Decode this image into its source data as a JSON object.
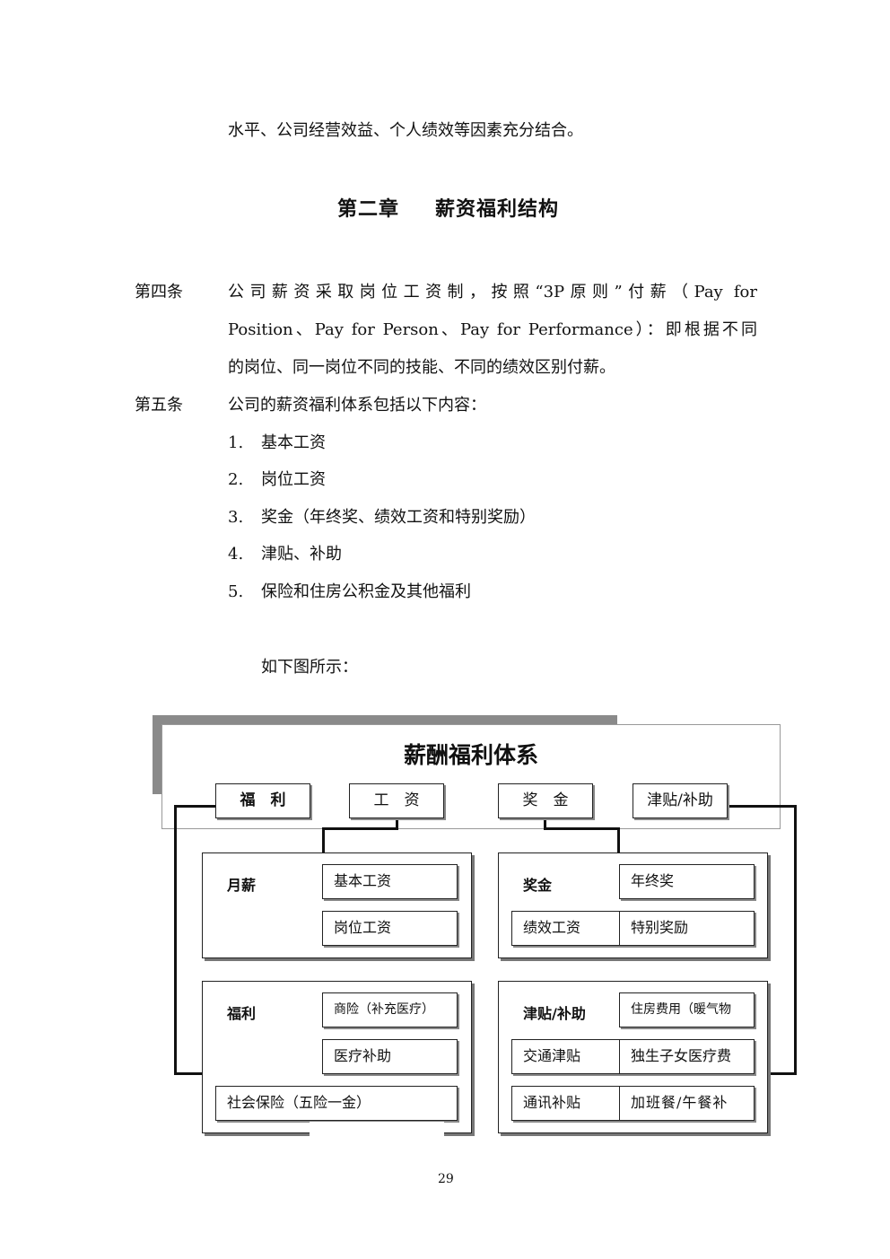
{
  "top_line": "水平、公司经营效益、个人绩效等因素充分结合。",
  "chapter": {
    "number": "第二章",
    "title": "薪资福利结构"
  },
  "article4": {
    "label": "第四条",
    "line1": "公司薪资采取岗位工资制，按照“3P原则”付薪（Pay for",
    "line2": "Position、Pay for Person、Pay for Performance）：即根据不同",
    "line3": "的岗位、同一岗位不同的技能、不同的绩效区别付薪。"
  },
  "article5": {
    "label": "第五条",
    "intro": "公司的薪资福利体系包括以下内容：",
    "items": [
      {
        "num": "1.",
        "text": "基本工资"
      },
      {
        "num": "2.",
        "text": "岗位工资"
      },
      {
        "num": "3.",
        "text": "奖金（年终奖、绩效工资和特别奖励）"
      },
      {
        "num": "4.",
        "text": "津贴、补助"
      },
      {
        "num": "5.",
        "text": "保险和住房公积金及其他福利"
      }
    ],
    "diagram_intro": "如下图所示："
  },
  "diagram": {
    "title": "薪酬福利体系",
    "top_labels": [
      "福　利",
      "工　资",
      "奖　金",
      "津贴/补助"
    ],
    "monthly": {
      "title": "月薪",
      "cells": [
        "基本工资",
        "岗位工资"
      ]
    },
    "bonus": {
      "title": "奖金",
      "cells": [
        "年终奖",
        "绩效工资",
        "特别奖励"
      ]
    },
    "welfare": {
      "title": "福利",
      "cells": [
        "商险（补充医疗）",
        "医疗补助",
        "社会保险（五险一金）"
      ]
    },
    "allowance": {
      "title": "津贴/补助",
      "cells": [
        "住房费用（暖气物",
        "交通津贴",
        "独生子女医疗费",
        "通讯补贴",
        "加班餐/午餐补"
      ]
    }
  },
  "page_number": "29"
}
